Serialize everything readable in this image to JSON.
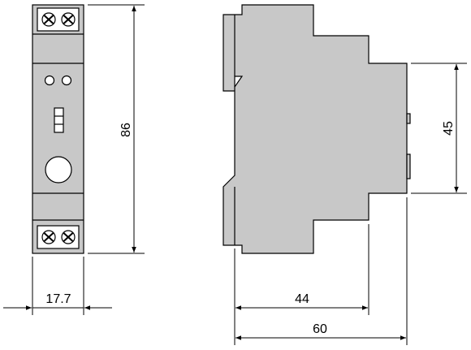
{
  "dimensions": {
    "front_width": "17.7",
    "front_height": "86",
    "side_height": "45",
    "side_partial_depth": "44",
    "side_total_depth": "60"
  },
  "colors": {
    "body_fill": "#c8c8c8",
    "line": "#000000",
    "background": "#ffffff"
  }
}
